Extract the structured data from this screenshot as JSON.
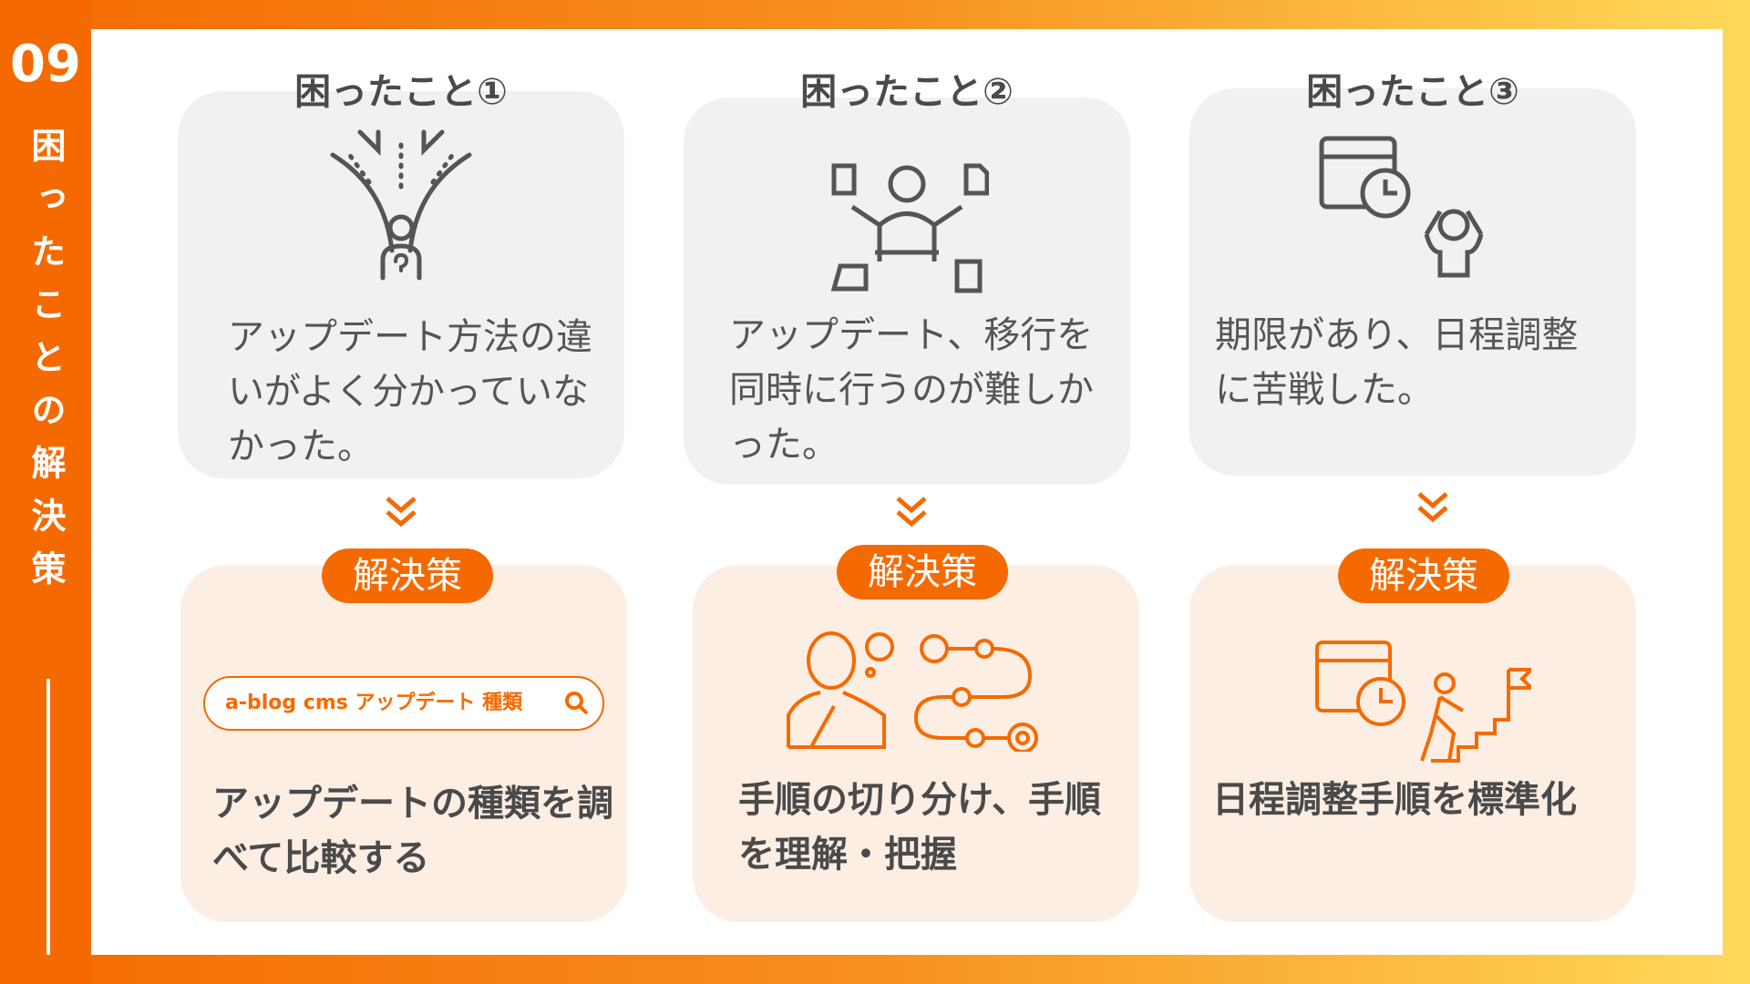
{
  "section": {
    "number": "09",
    "title": "困ったことの解決策"
  },
  "problems": [
    {
      "title": "困ったこと①",
      "text": "アップデート方法の違いがよく分かっていなかった。",
      "icon": "confused-person-icon"
    },
    {
      "title": "困ったこと②",
      "text": "アップデート、移行を同時に行うのが難しかった。",
      "icon": "multitasking-person-icon"
    },
    {
      "title": "困ったこと③",
      "text": "期限があり、日程調整に苦戦した。",
      "icon": "deadline-stress-icon"
    }
  ],
  "solution_label": "解決策",
  "solutions": [
    {
      "search_text": "a-blog cms アップデート 種類",
      "text": "アップデートの種類を調べて比較する",
      "icon": "search-icon"
    },
    {
      "text": "手順の切り分け、手順を理解・把握",
      "icon": "process-thinking-icon"
    },
    {
      "text": "日程調整手順を標準化",
      "icon": "schedule-goal-icon"
    }
  ],
  "colors": {
    "accent": "#f56a00",
    "problem_bg": "#f1f1f1",
    "solution_bg": "#fdeee4"
  }
}
